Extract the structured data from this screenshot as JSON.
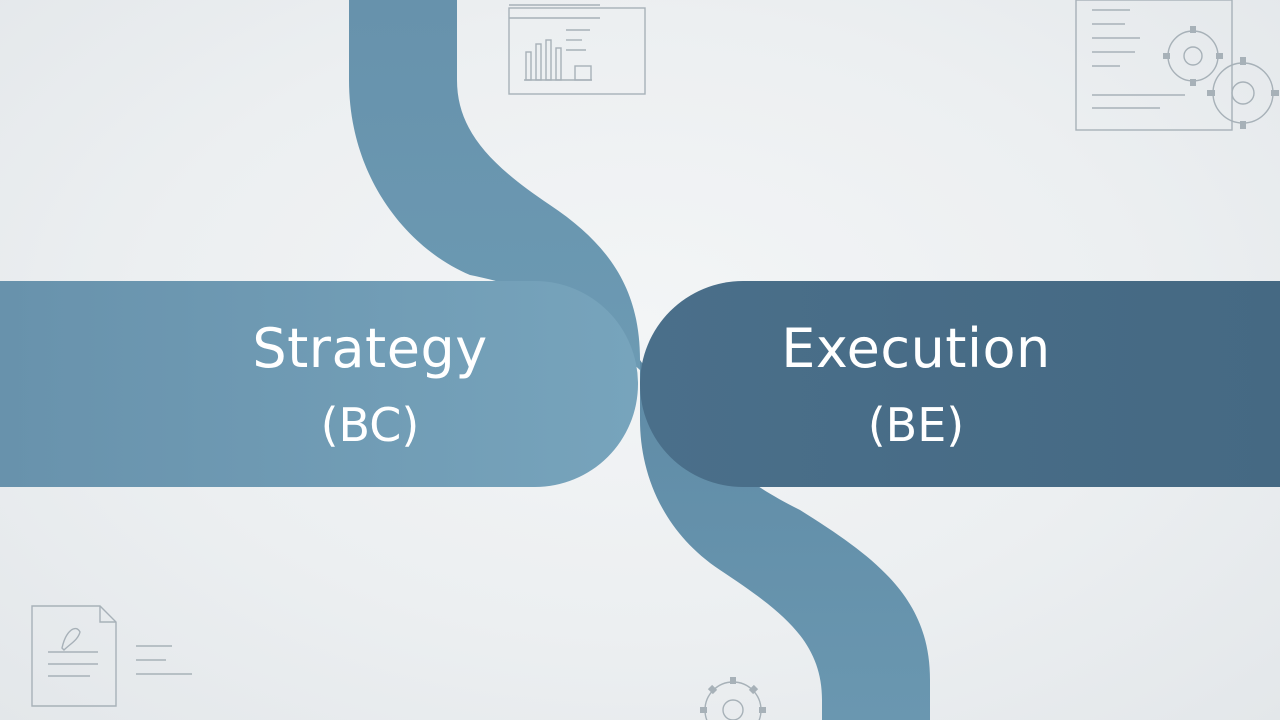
{
  "strategy": {
    "title": "Strategy",
    "abbr": "(BC)",
    "color": "#6b9ab4"
  },
  "execution": {
    "title": "Execution",
    "abbr": "(BE)",
    "color": "#456a84"
  },
  "connector": {
    "color": "#6a97b0"
  },
  "icons": [
    "bar-chart-window-icon",
    "document-gears-icon",
    "document-signature-icon",
    "gear-icon"
  ],
  "line_art_color": "#a7b1b8"
}
